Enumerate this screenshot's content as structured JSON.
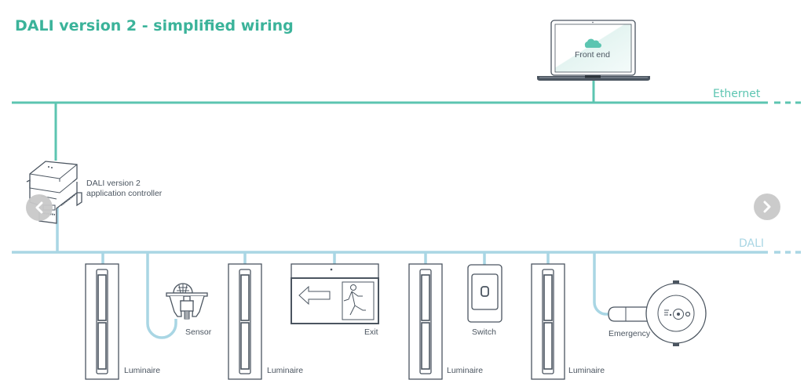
{
  "title": "DALI version 2 - simplified wiring",
  "buses": {
    "ethernet": {
      "label": "Ethernet",
      "color": "#5cc5b1"
    },
    "dali": {
      "label": "DALI",
      "color": "#a9d6e4"
    }
  },
  "devices": {
    "front_end": {
      "label": "Front end",
      "icon": "laptop-cloud-icon"
    },
    "controller": {
      "label_line1": "DALI version 2",
      "label_line2": "application controller",
      "icon": "din-rail-controller-icon"
    },
    "luminaire_1": {
      "label": "Luminaire",
      "icon": "luminaire-icon"
    },
    "sensor": {
      "label": "Sensor",
      "icon": "sensor-icon"
    },
    "luminaire_2": {
      "label": "Luminaire",
      "icon": "luminaire-icon"
    },
    "exit": {
      "label": "Exit",
      "icon": "exit-sign-icon"
    },
    "luminaire_3": {
      "label": "Luminaire",
      "icon": "luminaire-icon"
    },
    "switch": {
      "label": "Switch",
      "icon": "switch-icon"
    },
    "luminaire_4": {
      "label": "Luminaire",
      "icon": "luminaire-icon"
    },
    "emergency": {
      "label": "Emergency",
      "icon": "emergency-light-icon"
    }
  },
  "navigation": {
    "prev": {
      "icon": "chevron-left-icon",
      "color": "#c8c8c8"
    },
    "next": {
      "icon": "chevron-right-icon",
      "color": "#c8c8c8"
    }
  },
  "title_color": "#3bb39a"
}
